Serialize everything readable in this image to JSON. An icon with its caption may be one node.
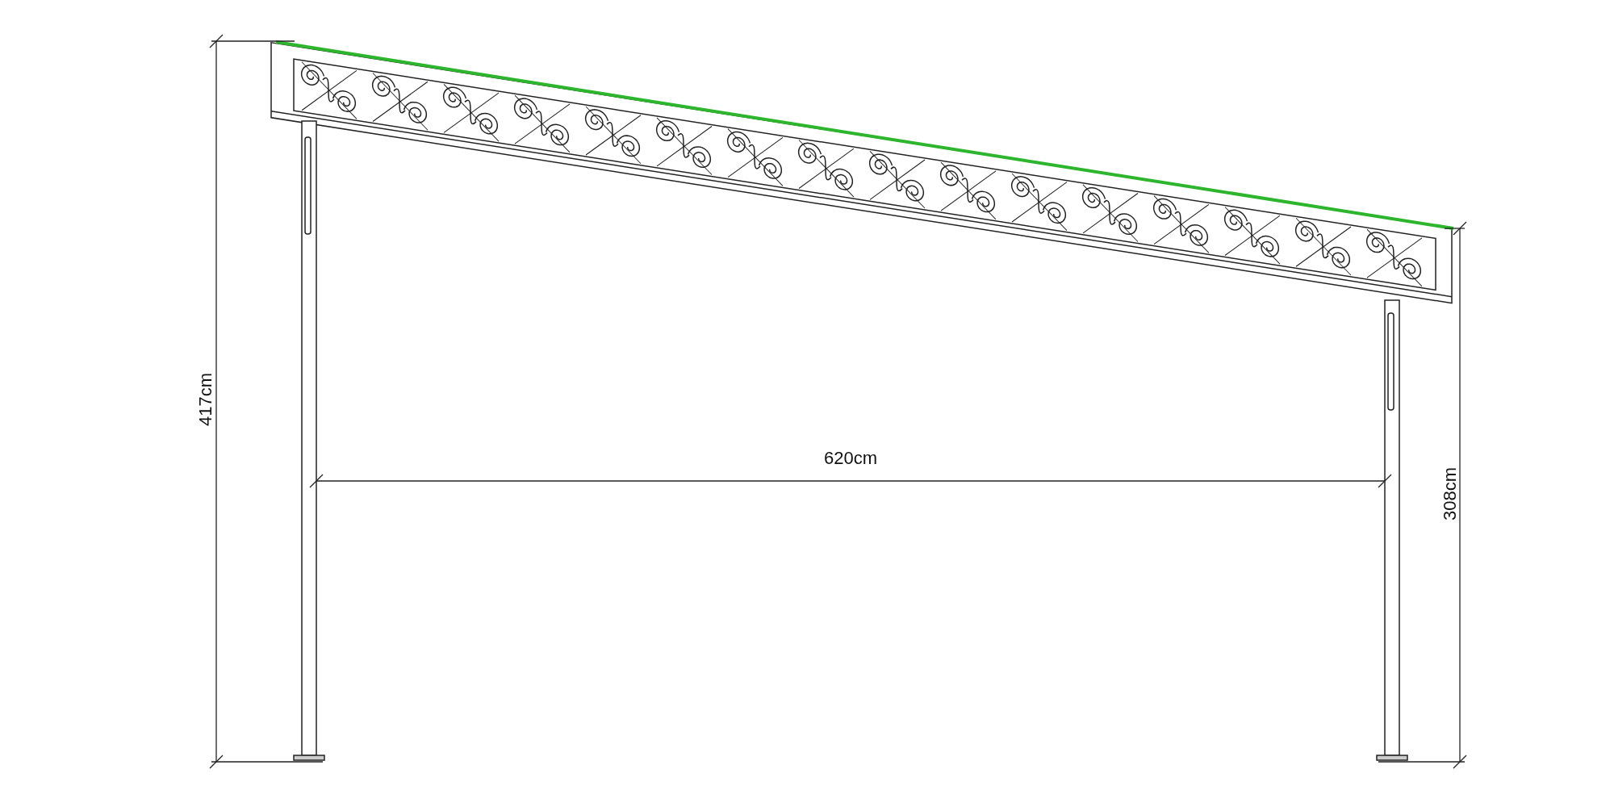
{
  "diagram": {
    "labels": [
      "417cm",
      "620cm",
      "308cm"
    ]
  }
}
